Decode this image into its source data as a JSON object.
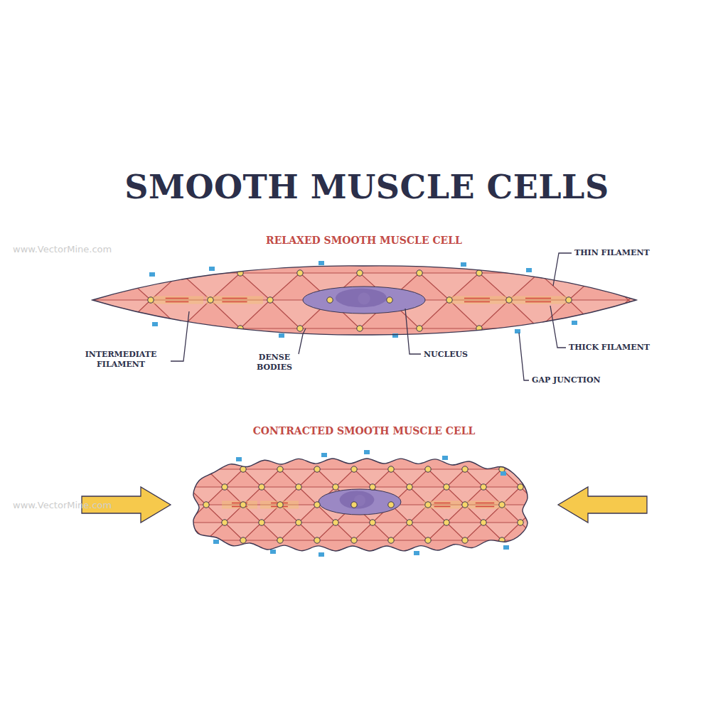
{
  "diagram": {
    "title": "SMOOTH MUSCLE CELLS",
    "labels": [
      "RELAXED SMOOTH MUSCLE CELL",
      "THIN FILAMENT",
      "THICK FILAMENT",
      "INTERMEDIATE FILAMENT",
      "DENSE BODIES",
      "NUCLEUS",
      "GAP JUNCTION",
      "CONTRACTED SMOOTH MUSCLE CELL",
      "www.VectorMine.com",
      "www.VectorMine.com"
    ]
  }
}
